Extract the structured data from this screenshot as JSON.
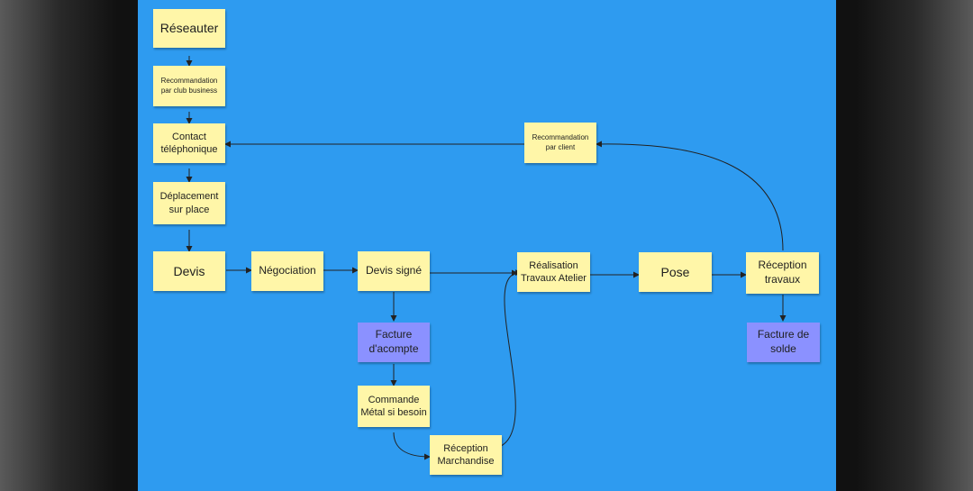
{
  "board": {
    "background": "#2e9bf0",
    "note_yellow": "#fff6a8",
    "note_purple": "#8b91ff",
    "arrow_color": "#222222"
  },
  "notes": {
    "reseauter": "Réseauter",
    "recommandation_club": "Recommandation\npar club business",
    "contact_telephonique": "Contact\ntéléphonique",
    "deplacement": "Déplacement\nsur place",
    "devis": "Devis",
    "negociation": "Négociation",
    "devis_signe": "Devis signé",
    "facture_acompte": "Facture\nd'acompte",
    "commande_metal": "Commande\nMétal si besoin",
    "reception_marchandise": "Réception\nMarchandise",
    "realisation_travaux": "Réalisation\nTravaux Atelier",
    "pose": "Pose",
    "reception_travaux": "Réception\ntravaux",
    "facture_solde": "Facture de\nsolde",
    "recommandation_client": "Recommandation\npar client"
  }
}
